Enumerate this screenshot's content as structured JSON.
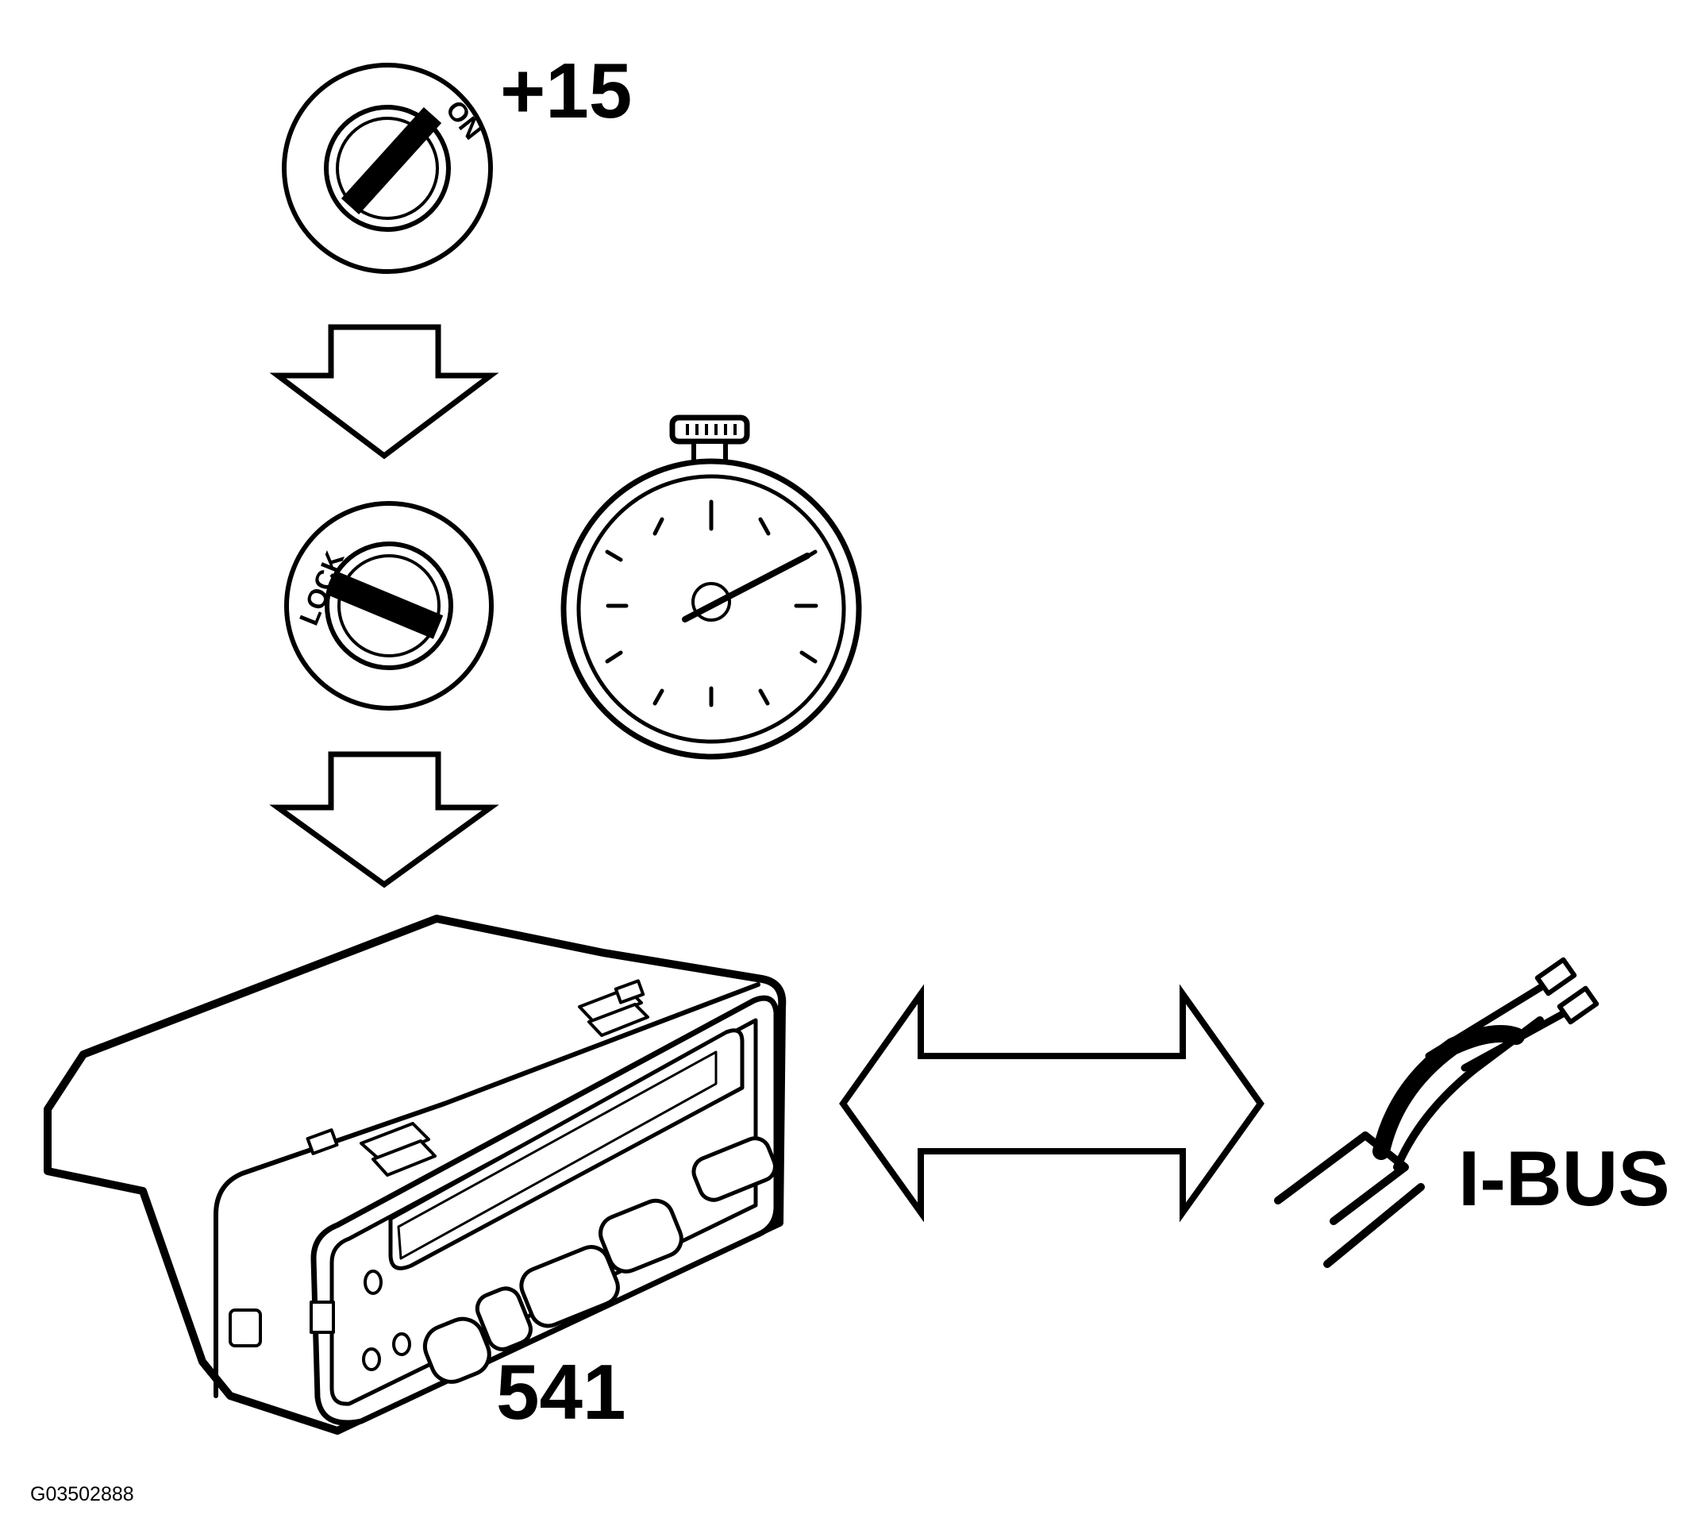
{
  "labels": {
    "terminal": "+15",
    "switch_on": "ON",
    "switch_lock": "LOCK",
    "module_number": "541",
    "bus": "I-BUS",
    "figure_id": "G03502888"
  },
  "icons": {
    "ignition_on": "ignition-key-on-icon",
    "ignition_lock": "ignition-key-lock-icon",
    "arrow_down": "arrow-down-icon",
    "timer": "stopwatch-icon",
    "module": "control-module-icon",
    "bidirectional_arrow": "double-arrow-icon",
    "bus_connector": "bus-wire-connector-icon"
  },
  "colors": {
    "line": "#000000",
    "background": "#ffffff"
  }
}
